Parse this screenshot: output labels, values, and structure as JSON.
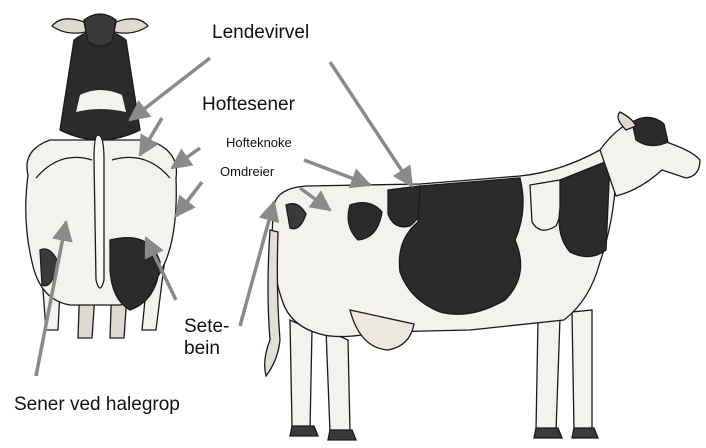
{
  "labels": {
    "lendevirvel": "Lendevirvel",
    "hoftesener": "Hoftesener",
    "hofteknoke": "Hofteknoke",
    "omdreier": "Omdreier",
    "setebein_line1": "Sete-",
    "setebein_line2": "bein",
    "halegrop": "Sener ved halegrop"
  },
  "colors": {
    "arrow": "#8a8a8a",
    "ink": "#1a1a1a",
    "patch": "#2b2b2b",
    "hide": "#f4f2ee"
  },
  "illustrations": {
    "rear_view": "cow-rear-view-drawing",
    "side_view": "cow-side-view-drawing"
  }
}
